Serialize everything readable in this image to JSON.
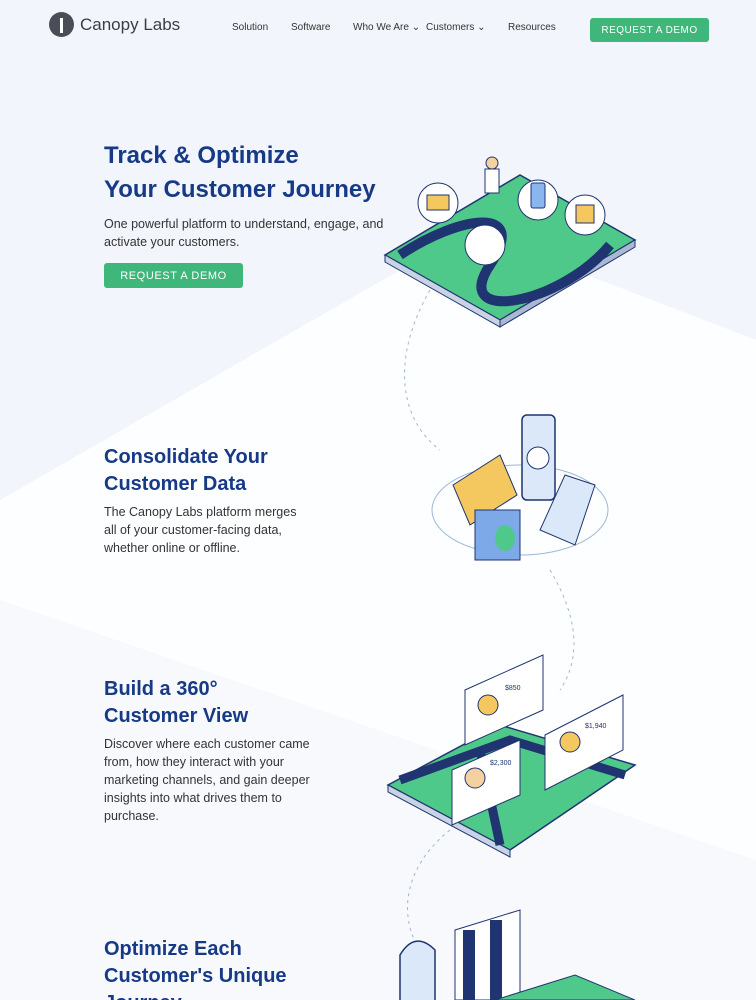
{
  "nav": {
    "brand": "Canopy Labs",
    "items": [
      {
        "label": "Solution"
      },
      {
        "label": "Software"
      },
      {
        "label": "Who We Are",
        "dropdown": true
      },
      {
        "label": "Customers",
        "dropdown": true
      },
      {
        "label": "Resources"
      }
    ],
    "cta": "REQUEST A DEMO"
  },
  "hero": {
    "title_line1": "Track & Optimize",
    "title_line2": "Your Customer Journey",
    "subtitle": "One powerful platform to understand, engage, and activate your customers.",
    "cta": "REQUEST A DEMO"
  },
  "sections": [
    {
      "title_line1": "Consolidate Your",
      "title_line2": "Customer Data",
      "body": "The Canopy Labs platform merges all of your customer-facing data, whether online or offline."
    },
    {
      "title_line1": "Build a 360°",
      "title_line2": "Customer View",
      "body": "Discover where each customer came from, how they interact with your marketing channels, and gain deeper insights into what drives them to purchase.",
      "prices": [
        "$850",
        "$2,300",
        "$1,940"
      ]
    },
    {
      "title_line1": "Optimize Each",
      "title_line2": "Customer's Unique",
      "title_line3": "Journey"
    }
  ],
  "colors": {
    "accent": "#3fb77a",
    "heading": "#173a87",
    "green_tile": "#4fc989",
    "road": "#1f3470"
  }
}
